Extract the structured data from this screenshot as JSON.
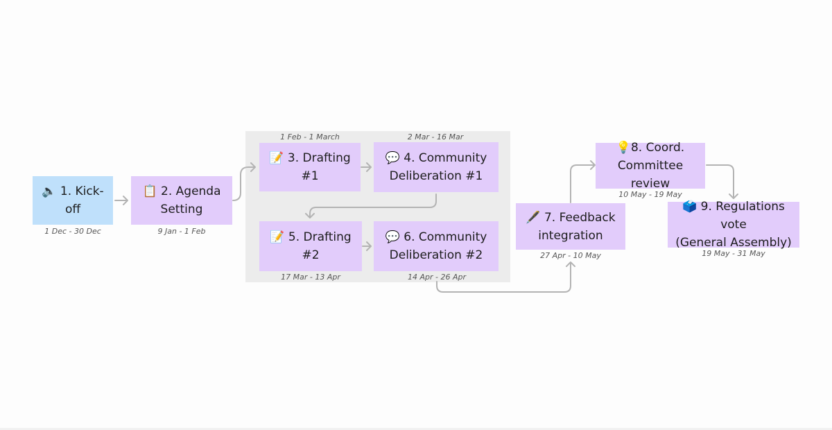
{
  "nodes": [
    {
      "id": "n1",
      "icon": "🔈",
      "icon_name": "speaker-icon",
      "label": "1. Kick-off",
      "date": "1 Dec - 30 Dec",
      "color": "#bfe0fb"
    },
    {
      "id": "n2",
      "icon": "📋",
      "icon_name": "clipboard-icon",
      "label": "2. Agenda\nSetting",
      "date": "9 Jan - 1 Feb",
      "color": "#e2ccfb"
    },
    {
      "id": "n3",
      "icon": "📝",
      "icon_name": "memo-icon",
      "label": "3. Drafting #1",
      "date": "1 Feb - 1 March",
      "color": "#e2ccfb"
    },
    {
      "id": "n4",
      "icon": "💬",
      "icon_name": "speech-bubble-icon",
      "label": "4. Community\nDeliberation #1",
      "date": "2 Mar - 16 Mar",
      "color": "#e2ccfb"
    },
    {
      "id": "n5",
      "icon": "📝",
      "icon_name": "memo-icon",
      "label": "5. Drafting #2",
      "date": "17 Mar - 13 Apr",
      "color": "#e2ccfb"
    },
    {
      "id": "n6",
      "icon": "💬",
      "icon_name": "speech-bubble-icon",
      "label": "6. Community\nDeliberation #2",
      "date": "14 Apr - 26 Apr",
      "color": "#e2ccfb"
    },
    {
      "id": "n7",
      "icon": "🖋️",
      "icon_name": "pen-icon",
      "label": "7. Feedback\nintegration",
      "date": "27 Apr - 10 May",
      "color": "#e2ccfb"
    },
    {
      "id": "n8",
      "icon": "💡",
      "icon_name": "lightbulb-icon",
      "label": "8. Coord.\nCommittee review",
      "date": "10 May - 19 May",
      "color": "#e2ccfb"
    },
    {
      "id": "n9",
      "icon": "🗳️",
      "icon_name": "ballot-box-icon",
      "label": "9. Regulations vote\n(General Assembly)",
      "date": "19 May - 31 May",
      "color": "#e2ccfb"
    }
  ],
  "edges": [
    {
      "from": "n1",
      "to": "n2"
    },
    {
      "from": "n2",
      "to": "n3"
    },
    {
      "from": "n3",
      "to": "n4"
    },
    {
      "from": "n4",
      "to": "n5"
    },
    {
      "from": "n5",
      "to": "n6"
    },
    {
      "from": "n6",
      "to": "n7"
    },
    {
      "from": "n7",
      "to": "n8"
    },
    {
      "from": "n8",
      "to": "n9"
    }
  ],
  "colors": {
    "edge": "#b3b3b3",
    "group_background": "#ececec"
  }
}
